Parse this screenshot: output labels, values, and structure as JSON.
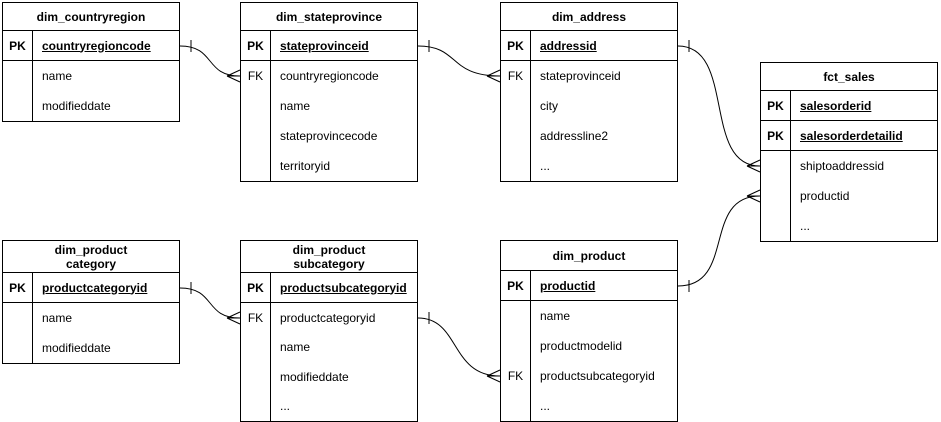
{
  "app": {
    "background_color": "#ffffff",
    "line_color": "#000000",
    "text_color": "#000000",
    "notation": "crows-foot"
  },
  "diagram": {
    "tables": [
      {
        "title": "dim_countryregion",
        "rows": [
          {
            "key": "PK",
            "field": "countryregioncode",
            "pk": true
          },
          {
            "key": "",
            "field": "name",
            "pk": false
          },
          {
            "key": "",
            "field": "modifieddate",
            "pk": false
          }
        ]
      },
      {
        "title": "dim_stateprovince",
        "rows": [
          {
            "key": "PK",
            "field": "stateprovinceid",
            "pk": true
          },
          {
            "key": "FK",
            "field": "countryregioncode",
            "pk": false
          },
          {
            "key": "",
            "field": "name",
            "pk": false
          },
          {
            "key": "",
            "field": "stateprovincecode",
            "pk": false
          },
          {
            "key": "",
            "field": "territoryid",
            "pk": false
          }
        ]
      },
      {
        "title": "dim_address",
        "rows": [
          {
            "key": "PK",
            "field": "addressid",
            "pk": true
          },
          {
            "key": "FK",
            "field": "stateprovinceid",
            "pk": false
          },
          {
            "key": "",
            "field": "city",
            "pk": false
          },
          {
            "key": "",
            "field": "addressline2",
            "pk": false
          },
          {
            "key": "",
            "field": "...",
            "pk": false
          }
        ]
      },
      {
        "title": "fct_sales",
        "rows": [
          {
            "key": "PK",
            "field": "salesorderid",
            "pk": true
          },
          {
            "key": "PK",
            "field": "salesorderdetailid",
            "pk": true
          },
          {
            "key": "",
            "field": "shiptoaddressid",
            "pk": false
          },
          {
            "key": "",
            "field": "productid",
            "pk": false
          },
          {
            "key": "",
            "field": "...",
            "pk": false
          }
        ]
      },
      {
        "title": "dim_product\ncategory",
        "rows": [
          {
            "key": "PK",
            "field": "productcategoryid",
            "pk": true
          },
          {
            "key": "",
            "field": "name",
            "pk": false
          },
          {
            "key": "",
            "field": "modifieddate",
            "pk": false
          }
        ]
      },
      {
        "title": "dim_product\nsubcategory",
        "rows": [
          {
            "key": "PK",
            "field": "productsubcategoryid",
            "pk": true
          },
          {
            "key": "FK",
            "field": "productcategoryid",
            "pk": false
          },
          {
            "key": "",
            "field": "name",
            "pk": false
          },
          {
            "key": "",
            "field": "modifieddate",
            "pk": false
          },
          {
            "key": "",
            "field": "...",
            "pk": false
          }
        ]
      },
      {
        "title": "dim_product",
        "rows": [
          {
            "key": "PK",
            "field": "productid",
            "pk": true
          },
          {
            "key": "",
            "field": "name",
            "pk": false
          },
          {
            "key": "",
            "field": "productmodelid",
            "pk": false
          },
          {
            "key": "FK",
            "field": "productsubcategoryid",
            "pk": false
          },
          {
            "key": "",
            "field": "...",
            "pk": false
          }
        ]
      }
    ],
    "relationships": [
      {
        "from_table": "dim_countryregion",
        "from_field": "countryregioncode",
        "to_table": "dim_stateprovince",
        "to_field": "countryregioncode",
        "from_cardinality": "one",
        "to_cardinality": "many"
      },
      {
        "from_table": "dim_stateprovince",
        "from_field": "stateprovinceid",
        "to_table": "dim_address",
        "to_field": "stateprovinceid",
        "from_cardinality": "one",
        "to_cardinality": "many"
      },
      {
        "from_table": "dim_address",
        "from_field": "addressid",
        "to_table": "fct_sales",
        "to_field": "shiptoaddressid",
        "from_cardinality": "one",
        "to_cardinality": "many"
      },
      {
        "from_table": "dim_product",
        "from_field": "productid",
        "to_table": "fct_sales",
        "to_field": "productid",
        "from_cardinality": "one",
        "to_cardinality": "many"
      },
      {
        "from_table": "dim_product category",
        "from_field": "productcategoryid",
        "to_table": "dim_product subcategory",
        "to_field": "productcategoryid",
        "from_cardinality": "one",
        "to_cardinality": "many"
      },
      {
        "from_table": "dim_product subcategory",
        "from_field": "productsubcategoryid",
        "to_table": "dim_product",
        "to_field": "productsubcategoryid",
        "from_cardinality": "one",
        "to_cardinality": "many"
      }
    ]
  }
}
